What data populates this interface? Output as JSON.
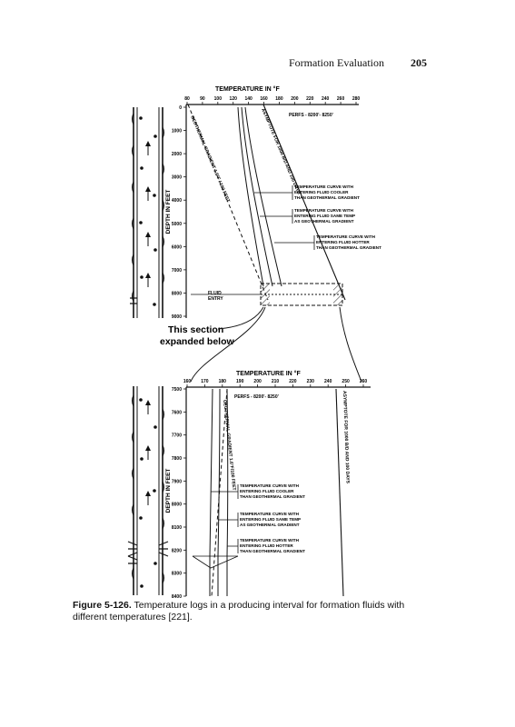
{
  "header": {
    "section": "Formation Evaluation",
    "page_number": "205"
  },
  "top_chart": {
    "title": "TEMPERATURE  IN  °F",
    "x_ticks": [
      "80",
      "90",
      "100",
      "120",
      "140",
      "160",
      "180",
      "200",
      "220",
      "240",
      "260",
      "280"
    ],
    "y_label": "DEPTH  IN  FEET",
    "y_ticks": [
      "0",
      "1000",
      "2000",
      "3000",
      "4000",
      "5000",
      "6000",
      "7000",
      "8000",
      "9000"
    ],
    "perfs": "PERFS - 8200'- 8250'",
    "geothermal_label": "GEOTHERMAL GRADIENT  1.6°F / 100 FEET",
    "asymptote_label": "ASYMPTOTE FOR 1000 B/D AND 100 DAYS",
    "curve1": [
      "TEMPERATURE CURVE WITH",
      "ENTERING FLUID COOLER",
      "THAN GEOTHERMAL GRADIENT"
    ],
    "curve2": [
      "TEMPERATURE CURVE WITH",
      "ENTERING FLUID SAME TEMP",
      "AS GEOTHERMAL GRADIENT"
    ],
    "curve3": [
      "TEMPERATURE CURVE WITH",
      "ENTERING FLUID HOTTER",
      "THAN GEOTHERMAL GRADIENT"
    ],
    "fluid_entry": [
      "FLUID",
      "ENTRY"
    ],
    "section_note": [
      "This section",
      "expanded below"
    ]
  },
  "bottom_chart": {
    "title": "TEMPERATURE  IN  °F",
    "x_ticks": [
      "160",
      "170",
      "180",
      "190",
      "200",
      "210",
      "220",
      "230",
      "240",
      "250",
      "260"
    ],
    "y_label": "DEPTH  IN  FEET",
    "y_ticks": [
      "7500",
      "7600",
      "7700",
      "7800",
      "7900",
      "8000",
      "8100",
      "8200",
      "8300",
      "8400"
    ],
    "perfs": "PERFS - 8200'- 8250'",
    "geothermal_label": "GEOTHERMAL GRADIENT 1.6°F/100 FEET",
    "asymptote_label": "ASYMPTOTE FOR 1000 B/D AND 100 DAYS",
    "curve1": [
      "TEMPERATURE CURVE WITH",
      "ENTERING FLUID COOLER",
      "THAN GEOTHERMAL GRADIENT"
    ],
    "curve2": [
      "TEMPERATURE CURVE WITH",
      "ENTERING FLUID SAME TEMP",
      "AS GEOTHERMAL GRADIENT"
    ],
    "curve3": [
      "TEMPERATURE CURVE WITH",
      "ENTERING FLUID HOTTER",
      "THAN GEOTHERMAL GRADIENT"
    ]
  },
  "caption": {
    "label": "Figure 5-126.",
    "text": " Temperature logs in a producing interval for formation fluids with different temperatures [221]."
  }
}
